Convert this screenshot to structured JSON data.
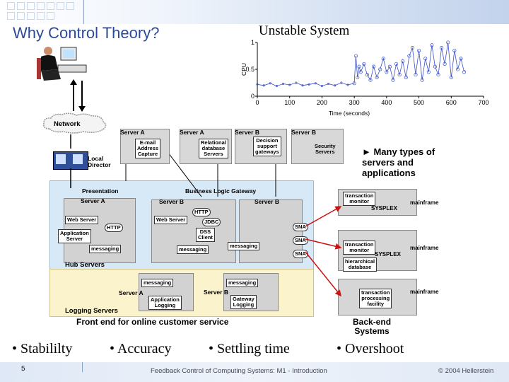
{
  "slide": {
    "title": "Why Control Theory?",
    "chart_title": "Unstable System"
  },
  "chart_data": {
    "type": "line",
    "title": "Unstable System",
    "xlabel": "Time (seconds)",
    "ylabel": "CPU",
    "xlim": [
      0,
      700
    ],
    "ylim": [
      0,
      1
    ],
    "xticks": [
      "0",
      "100",
      "200",
      "300",
      "400",
      "500",
      "600",
      "700"
    ],
    "yticks": [
      "0",
      "0.5",
      "1"
    ],
    "series": [
      {
        "x": [
          0,
          20,
          40,
          60,
          80,
          100,
          120,
          140,
          160,
          180,
          200,
          220,
          240,
          260,
          280,
          300,
          305,
          310,
          315,
          320,
          330,
          340,
          350,
          360,
          370,
          380,
          390,
          400,
          410,
          420,
          430,
          440,
          450,
          460,
          470,
          480,
          490,
          500,
          510,
          520,
          530,
          540,
          550,
          560,
          570,
          580,
          590,
          600,
          610,
          620,
          630,
          640
        ],
        "values": [
          0.22,
          0.2,
          0.24,
          0.19,
          0.23,
          0.21,
          0.25,
          0.2,
          0.22,
          0.24,
          0.19,
          0.23,
          0.2,
          0.25,
          0.21,
          0.24,
          0.75,
          0.35,
          0.55,
          0.45,
          0.6,
          0.4,
          0.3,
          0.55,
          0.35,
          0.5,
          0.7,
          0.45,
          0.55,
          0.3,
          0.6,
          0.4,
          0.65,
          0.35,
          0.75,
          0.9,
          0.4,
          0.85,
          0.3,
          0.7,
          0.45,
          0.95,
          0.55,
          0.4,
          0.9,
          0.6,
          1.0,
          0.35,
          0.85,
          0.5,
          0.7,
          0.45
        ]
      }
    ],
    "grid": false
  },
  "network": {
    "network": "Network",
    "local_director": "Local\nDirector"
  },
  "servers_top": [
    {
      "name": "Server A",
      "box": "E-mail\nAddress\nCapture"
    },
    {
      "name": "Server A",
      "box": "Relational\ndatabase\nServers"
    },
    {
      "name": "Server B",
      "box": "Decision\nsupport\ngateways"
    },
    {
      "name": "Server B",
      "box": "Security\nServers"
    }
  ],
  "annotation": "► Many types of\nservers and\napplications",
  "hub": {
    "presentation": "Presentation",
    "business_gateway": "Business Logic Gateway",
    "server_a": "Server A",
    "server_b1": "Server B",
    "server_b2": "Server B",
    "web_server_1": "Web Server",
    "web_server_2": "Web Server",
    "http_1": "HTTP",
    "http_2": "HTTP",
    "jdbc": "JDBC",
    "dss": "DSS\nClient",
    "app_server": "Application\nServer",
    "messaging_1": "messaging",
    "messaging_2": "messaging",
    "messaging_3": "messaging",
    "sna_1": "SNA",
    "sna_2": "SNA",
    "sna_3": "SNA",
    "hub_servers": "Hub Servers"
  },
  "logging": {
    "messaging_1": "messaging",
    "messaging_2": "messaging",
    "server_a": "Server A",
    "server_b": "Server B",
    "app_logging": "Application\nLogging",
    "gw_logging": "Gateway\nLogging",
    "logging_servers": "Logging Servers",
    "front_end": "Front end for online customer service"
  },
  "backend": {
    "tm1": "transaction\nmonitor",
    "sysplex1": "SYSPLEX",
    "mainframe1": "mainframe",
    "tm2": "transaction\nmonitor",
    "sysplex2": "SYSPLEX",
    "hier_db": "hierarchical\ndatabase",
    "mainframe2": "mainframe",
    "tp": "transaction\nprocessing\nfacility",
    "mainframe3": "mainframe",
    "label": "Back-end\nSystems"
  },
  "bullets": [
    "• Stabililty",
    "• Accuracy",
    "• Settling time",
    "• Overshoot"
  ],
  "footer": {
    "page": "5",
    "center": "Feedback Control of Computing Systems: M1 - Introduction",
    "right": "© 2004 Hellerstein"
  },
  "colors": {
    "title_blue": "#2b4a9a",
    "hub_fill": "#d7e9f7",
    "logging_fill": "#fbf3cc",
    "arrow_red": "#cc1111",
    "series": "#3a4fc8"
  }
}
